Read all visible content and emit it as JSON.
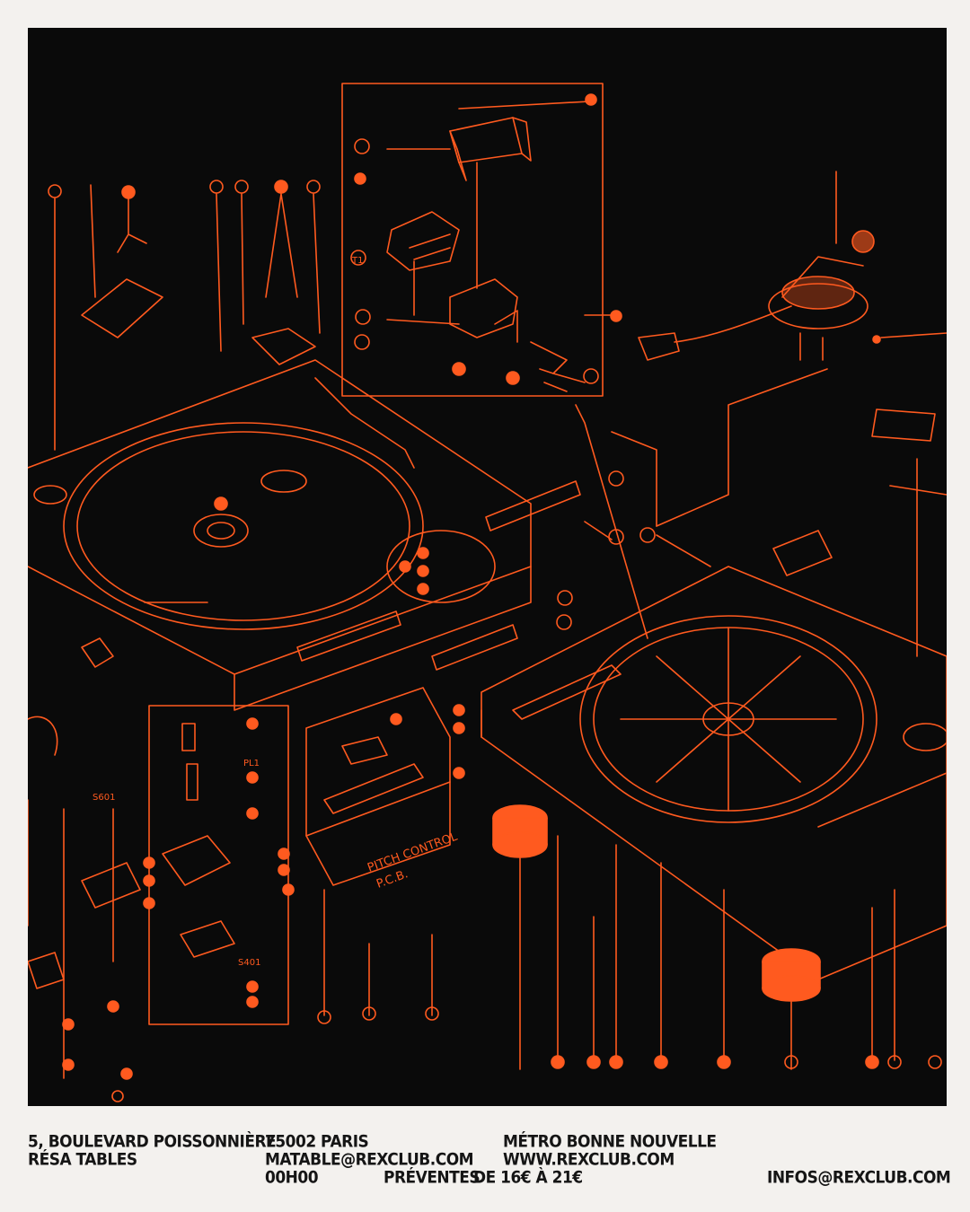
{
  "colors": {
    "paper": "#f3f1ee",
    "artwork_background": "#0a0a0a",
    "line_orange": "#ff5a1f",
    "text": "#151515"
  },
  "artwork": {
    "labels": {
      "pitch_control": "PITCH CONTROL",
      "pcb": "P.C.B."
    },
    "callouts": [
      "T1",
      "PL1",
      "S601",
      "S401"
    ]
  },
  "footer": {
    "address_line": "5, BOULEVARD POISSONNIÈRE",
    "resa": "RÉSA TABLES",
    "zip_city": "75002 PARIS",
    "email": "MATABLE@REXCLUB.COM",
    "category": "00H00",
    "preventes": "PRÉVENTES",
    "price": "DE 16€ À 21€",
    "metro": "MÉTRO BONNE NOUVELLE",
    "website": "WWW.REXCLUB.COM",
    "info_email": "INFOS@REXCLUB.COM"
  }
}
